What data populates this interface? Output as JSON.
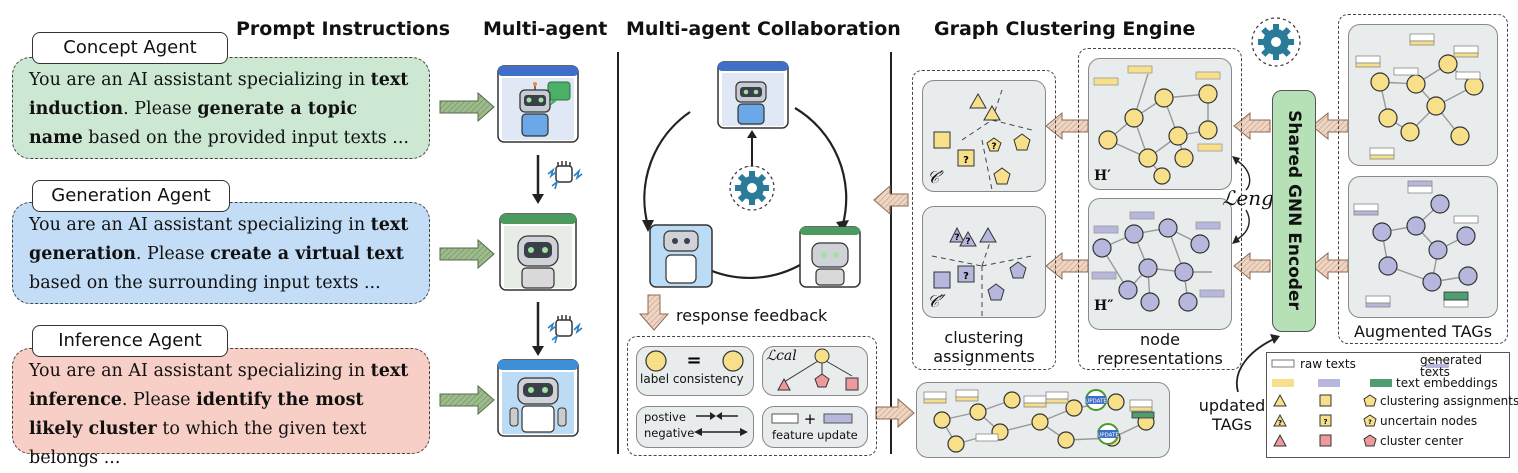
{
  "headers": {
    "prompt_instructions": "Prompt Instructions",
    "multi_agent": "Multi-agent",
    "collaboration": "Multi-agent Collaboration",
    "graph_engine": "Graph Clustering Engine"
  },
  "agents": [
    {
      "name": "Concept Agent",
      "prompt_pre": "You are an AI assistant specializing in ",
      "prompt_b1": "text induction",
      "prompt_mid": ". Please ",
      "prompt_b2": "generate a topic name",
      "prompt_post": " based on the provided input texts ...",
      "color": "#cde8d2"
    },
    {
      "name": "Generation Agent",
      "prompt_pre": "You are an AI assistant specializing in ",
      "prompt_b1": "text generation",
      "prompt_mid": ". Please ",
      "prompt_b2": "create a virtual text",
      "prompt_post": " based on the surrounding input texts ...",
      "color": "#c4ddf6"
    },
    {
      "name": "Inference Agent",
      "prompt_pre": "You are an AI assistant specializing in ",
      "prompt_b1": "text inference",
      "prompt_mid": ". Please ",
      "prompt_b2": "identify the most likely cluster",
      "prompt_post": " to which the given text belongs ...",
      "color": "#f7cfc6"
    }
  ],
  "collab": {
    "response_feedback": "response feedback",
    "label_consistency": "label consistency",
    "cal_loss": "ℒcal",
    "postive": "postive",
    "negative": "negative",
    "feature_update": "feature update"
  },
  "engine": {
    "clustering_assignments": "clustering\nassignments",
    "node_representations": "node\nrepresentations",
    "encoder": "Shared GNN Encoder",
    "augmented_tags": "Augmented TAGs",
    "updated_tags": "updated\nTAGs",
    "eng_loss": "ℒeng",
    "h_prime": "H′",
    "h_dprime": "H″",
    "c_prime": "𝒞′",
    "c_dprime": "𝒞″",
    "update_badge": "UPDATE"
  },
  "legend": [
    {
      "label": "raw texts",
      "label2": "generated texts"
    },
    {
      "label": "text embeddings"
    },
    {
      "label": "clustering assignments"
    },
    {
      "label": "uncertain nodes"
    },
    {
      "label": "cluster center"
    }
  ],
  "colors": {
    "yellow": "#f8df8a",
    "purple": "#b7b7de",
    "red": "#ee9a9c",
    "arrow_green": "#8fae7e",
    "arrow_tan": "#e9c9b4",
    "encoder_green": "#b6e1b6",
    "gear": "#2a7a9a"
  }
}
